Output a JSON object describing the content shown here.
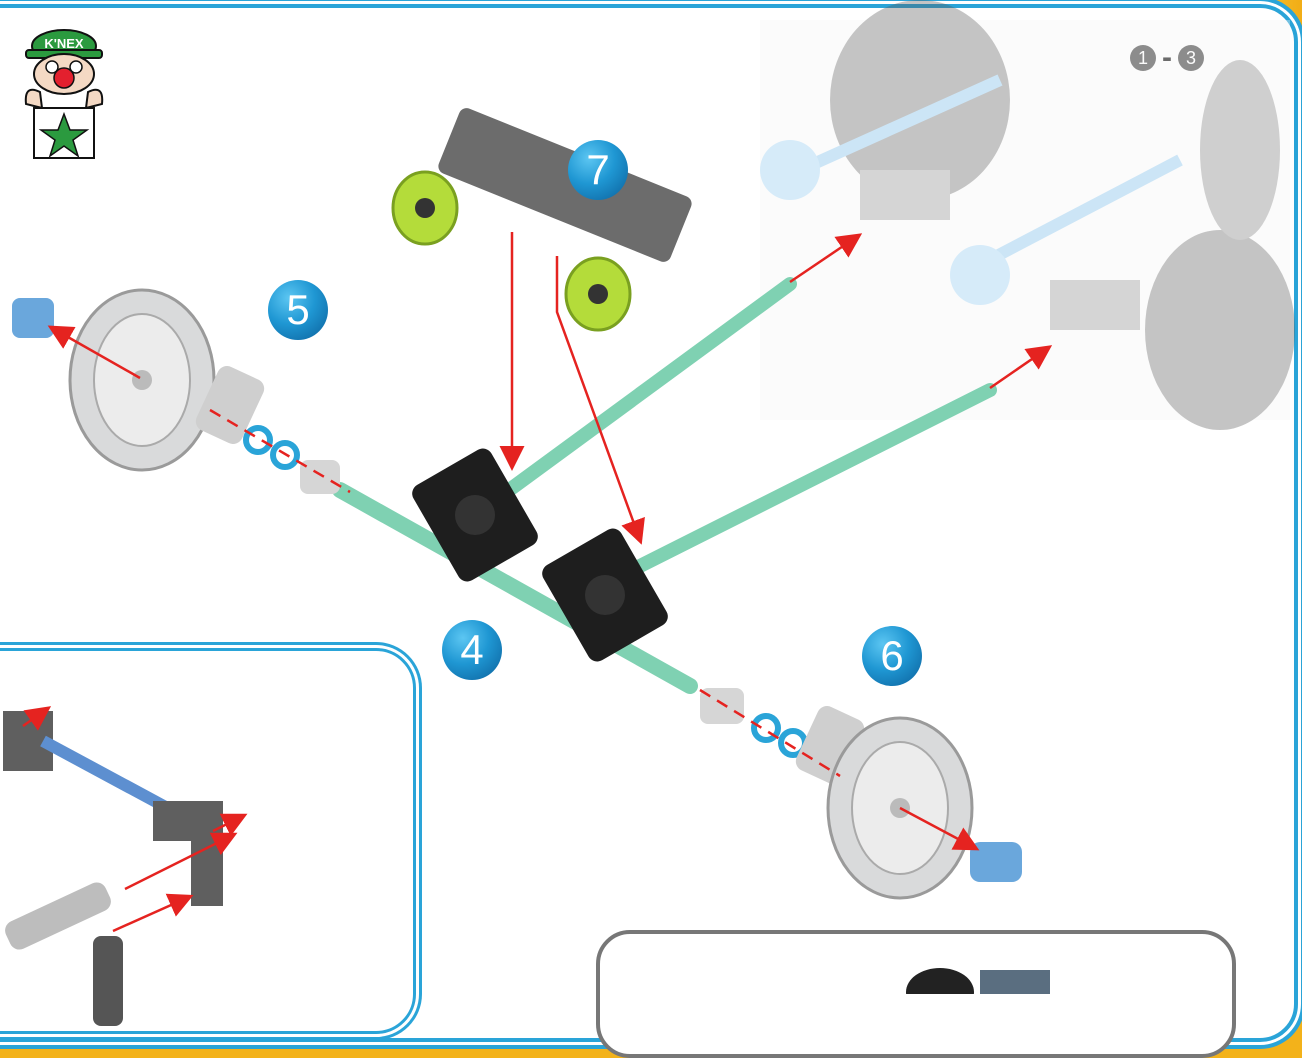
{
  "brand": {
    "logo_text": "K'NEX"
  },
  "step_range": {
    "from": "1",
    "separator": "-",
    "to": "3"
  },
  "step_numbers": {
    "s4": "4",
    "s5": "5",
    "s6": "6",
    "s7": "7"
  },
  "colors": {
    "frame_blue": "#2aa4d8",
    "rod_green": "#7fd1b2",
    "arrow_red": "#e52320",
    "wheel_gray": "#d9dadb",
    "tire_lime": "#b4dc3a",
    "gear_black": "#1e1e1e",
    "page_edge_yellow": "#f2ad16"
  }
}
